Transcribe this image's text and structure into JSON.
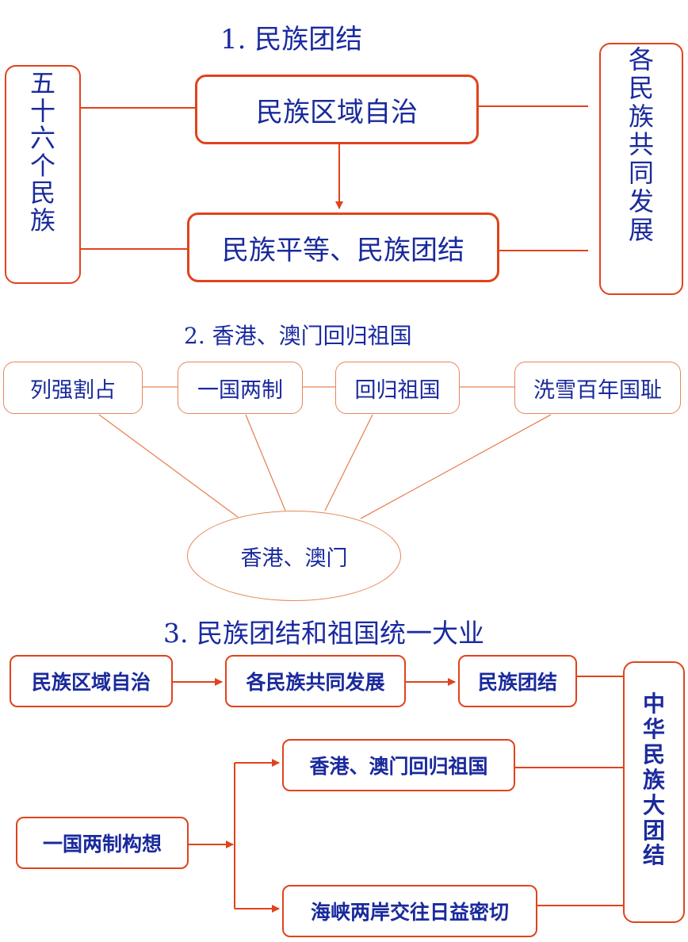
{
  "section1": {
    "title": "1. 民族团结",
    "left_vertical": "五十六个民族",
    "right_vertical": "各民族共同发展",
    "box_top": "民族区域自治",
    "box_bottom": "民族平等、民族团结"
  },
  "section2": {
    "title": "2. 香港、澳门回归祖国",
    "boxes": [
      "列强割占",
      "一国两制",
      "回归祖国",
      "洗雪百年国耻"
    ],
    "ellipse": "香港、澳门"
  },
  "section3": {
    "title": "3. 民族团结和祖国统一大业",
    "row1": [
      "民族区域自治",
      "各民族共同发展",
      "民族团结"
    ],
    "policy": "一国两制构想",
    "branch_top": "香港、澳门回归祖国",
    "branch_bottom": "海峡两岸交往日益密切",
    "right_vertical": "中华民族大团结"
  },
  "colors": {
    "text": "#1a2a9c",
    "line": "#e0431c",
    "thin_line": "#e8855a"
  }
}
